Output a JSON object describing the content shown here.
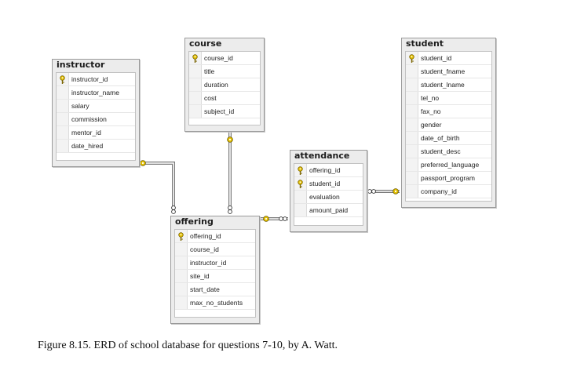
{
  "colors": {
    "key": "#e5c100",
    "connector": "#7a7a7a"
  },
  "tables": {
    "instructor": {
      "title": "instructor",
      "columns": [
        {
          "name": "instructor_id",
          "is_key": true
        },
        {
          "name": "instructor_name",
          "is_key": false
        },
        {
          "name": "salary",
          "is_key": false
        },
        {
          "name": "commission",
          "is_key": false
        },
        {
          "name": "mentor_id",
          "is_key": false
        },
        {
          "name": "date_hired",
          "is_key": false
        }
      ]
    },
    "course": {
      "title": "course",
      "columns": [
        {
          "name": "course_id",
          "is_key": true
        },
        {
          "name": "title",
          "is_key": false
        },
        {
          "name": "duration",
          "is_key": false
        },
        {
          "name": "cost",
          "is_key": false
        },
        {
          "name": "subject_id",
          "is_key": false
        }
      ]
    },
    "offering": {
      "title": "offering",
      "columns": [
        {
          "name": "offering_id",
          "is_key": true
        },
        {
          "name": "course_id",
          "is_key": false
        },
        {
          "name": "instructor_id",
          "is_key": false
        },
        {
          "name": "site_id",
          "is_key": false
        },
        {
          "name": "start_date",
          "is_key": false
        },
        {
          "name": "max_no_students",
          "is_key": false
        }
      ]
    },
    "attendance": {
      "title": "attendance",
      "columns": [
        {
          "name": "offering_id",
          "is_key": true
        },
        {
          "name": "student_id",
          "is_key": true
        },
        {
          "name": "evaluation",
          "is_key": false
        },
        {
          "name": "amount_paid",
          "is_key": false
        }
      ]
    },
    "student": {
      "title": "student",
      "columns": [
        {
          "name": "student_id",
          "is_key": true
        },
        {
          "name": "student_fname",
          "is_key": false
        },
        {
          "name": "student_lname",
          "is_key": false
        },
        {
          "name": "tel_no",
          "is_key": false
        },
        {
          "name": "fax_no",
          "is_key": false
        },
        {
          "name": "gender",
          "is_key": false
        },
        {
          "name": "date_of_birth",
          "is_key": false
        },
        {
          "name": "student_desc",
          "is_key": false
        },
        {
          "name": "preferred_language",
          "is_key": false
        },
        {
          "name": "passport_program",
          "is_key": false
        },
        {
          "name": "company_id",
          "is_key": false
        }
      ]
    }
  },
  "relationships": [
    {
      "from": "instructor",
      "to": "offering",
      "from_end": "one",
      "to_end": "many"
    },
    {
      "from": "course",
      "to": "offering",
      "from_end": "one",
      "to_end": "many"
    },
    {
      "from": "offering",
      "to": "attendance",
      "from_end": "one",
      "to_end": "many"
    },
    {
      "from": "student",
      "to": "attendance",
      "from_end": "one",
      "to_end": "many"
    }
  ],
  "caption": "Figure 8.15. ERD of school database for questions 7-10, by A. Watt."
}
